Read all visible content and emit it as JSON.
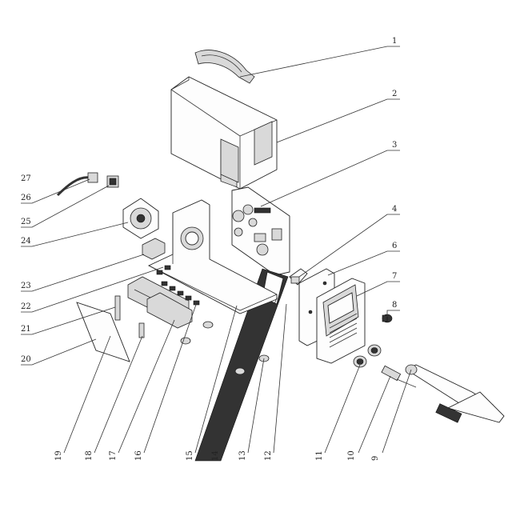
{
  "parts": [
    {
      "label": "1"
    },
    {
      "label": "2"
    },
    {
      "label": "3"
    },
    {
      "label": "4"
    },
    {
      "label": "6"
    },
    {
      "label": "7"
    },
    {
      "label": "8"
    },
    {
      "label": "9"
    },
    {
      "label": "10"
    },
    {
      "label": "11"
    },
    {
      "label": "12"
    },
    {
      "label": "13"
    },
    {
      "label": "14"
    },
    {
      "label": "15"
    },
    {
      "label": "16"
    },
    {
      "label": "17"
    },
    {
      "label": "18"
    },
    {
      "label": "19"
    },
    {
      "label": "20"
    },
    {
      "label": "21"
    },
    {
      "label": "22"
    },
    {
      "label": "23"
    },
    {
      "label": "24"
    },
    {
      "label": "25"
    },
    {
      "label": "26"
    },
    {
      "label": "27"
    }
  ]
}
